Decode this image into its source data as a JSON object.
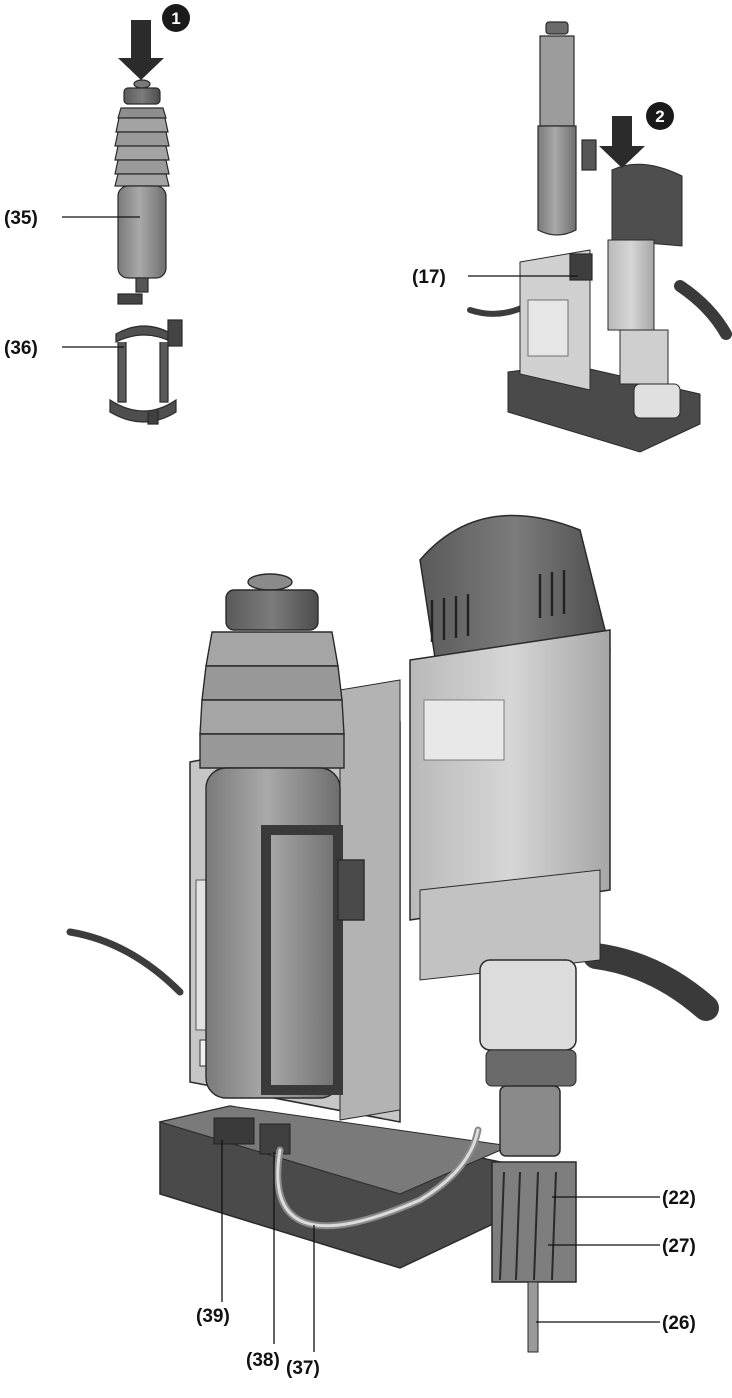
{
  "steps": [
    {
      "id": "step-1",
      "number": "1"
    },
    {
      "id": "step-2",
      "number": "2"
    }
  ],
  "callouts": [
    {
      "id": "35",
      "text": "(35)"
    },
    {
      "id": "36",
      "text": "(36)"
    },
    {
      "id": "17",
      "text": "(17)"
    },
    {
      "id": "22",
      "text": "(22)"
    },
    {
      "id": "27",
      "text": "(27)"
    },
    {
      "id": "26",
      "text": "(26)"
    },
    {
      "id": "39",
      "text": "(39)"
    },
    {
      "id": "38",
      "text": "(38)"
    },
    {
      "id": "37",
      "text": "(37)"
    }
  ],
  "colors": {
    "housing_light": "#c8c8c8",
    "housing_mid": "#9c9c9c",
    "housing_dark": "#5e5e5e",
    "outline": "#2a2a2a",
    "base_dark": "#4a4a4a",
    "arrow": "#2b2b2b"
  }
}
